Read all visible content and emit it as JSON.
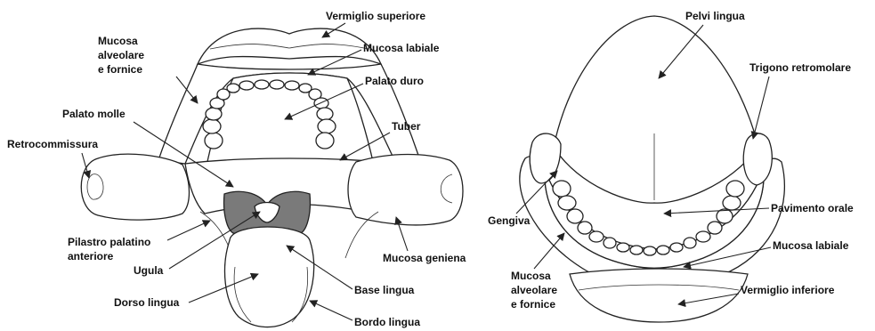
{
  "left": {
    "labels": {
      "vermiglio_superiore": "Vermiglio superiore",
      "mucosa_labiale": "Mucosa labiale",
      "mucosa_alveolare_1": "Mucosa",
      "mucosa_alveolare_2": "alveolare",
      "mucosa_alveolare_3": "e fornice",
      "palato_duro": "Palato duro",
      "palato_molle": "Palato molle",
      "tuber": "Tuber",
      "retrocommissura": "Retrocommissura",
      "pilastro_1": "Pilastro palatino",
      "pilastro_2": "anteriore",
      "ugula": "Ugula",
      "mucosa_geniena": "Mucosa geniena",
      "base_lingua": "Base lingua",
      "dorso_lingua": "Dorso lingua",
      "bordo_lingua": "Bordo lingua"
    }
  },
  "right": {
    "labels": {
      "pelvi_lingua": "Pelvi lingua",
      "trigono_retromolare": "Trigono retromolare",
      "pavimento_orale": "Pavimento orale",
      "gengiva": "Gengiva",
      "mucosa_labiale": "Mucosa labiale",
      "mucosa_alveolare_1": "Mucosa",
      "mucosa_alveolare_2": "alveolare",
      "mucosa_alveolare_3": "e fornice",
      "vermiglio_inferiore": "Vermiglio inferiore"
    }
  },
  "colors": {
    "line": "#222222",
    "uvula_fill": "#7a7a7a",
    "background": "#ffffff"
  }
}
